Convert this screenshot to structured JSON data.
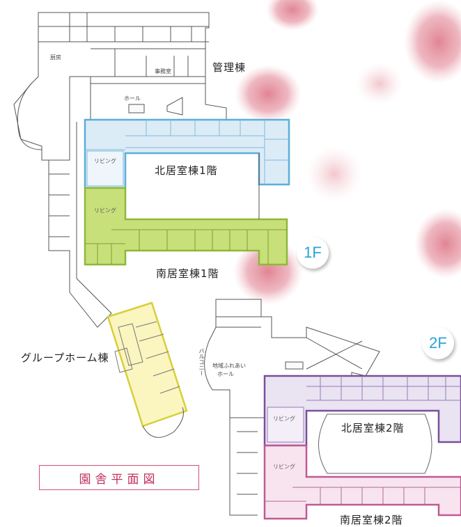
{
  "labels": {
    "kitchen": "厨房",
    "office": "事務室",
    "hall": "ホール",
    "admin": "管理棟",
    "living_n1": "リビング",
    "north1": "北居室棟1階",
    "living_s1": "リビング",
    "south1": "南居室棟1階",
    "group_home": "グループホーム棟",
    "balcony": "バルコニー",
    "community_hall_1": "地域ふれあい",
    "community_hall_2": "ホール",
    "living_n2": "リビング",
    "north2": "北居室棟2階",
    "living_s2": "リビング",
    "south2": "南居室棟2階"
  },
  "badges": {
    "first_floor": "1F",
    "second_floor": "2F"
  },
  "title": "園舎平面図",
  "colors": {
    "north1_border": "#5aaed8",
    "north1_fill": "#dcecf6",
    "south1_border": "#8fb83a",
    "south1_fill": "#c7e07a",
    "group_home_border": "#d8cf3a",
    "group_home_fill": "#fbf5c0",
    "north2_border": "#7a4f9a",
    "north2_fill": "#e9e3f2",
    "south2_border": "#c05a92",
    "south2_fill": "#f8e4ef",
    "blossom": "#e59aa6",
    "badge_text": "#2aa3d8",
    "title_text": "#c0305a"
  }
}
